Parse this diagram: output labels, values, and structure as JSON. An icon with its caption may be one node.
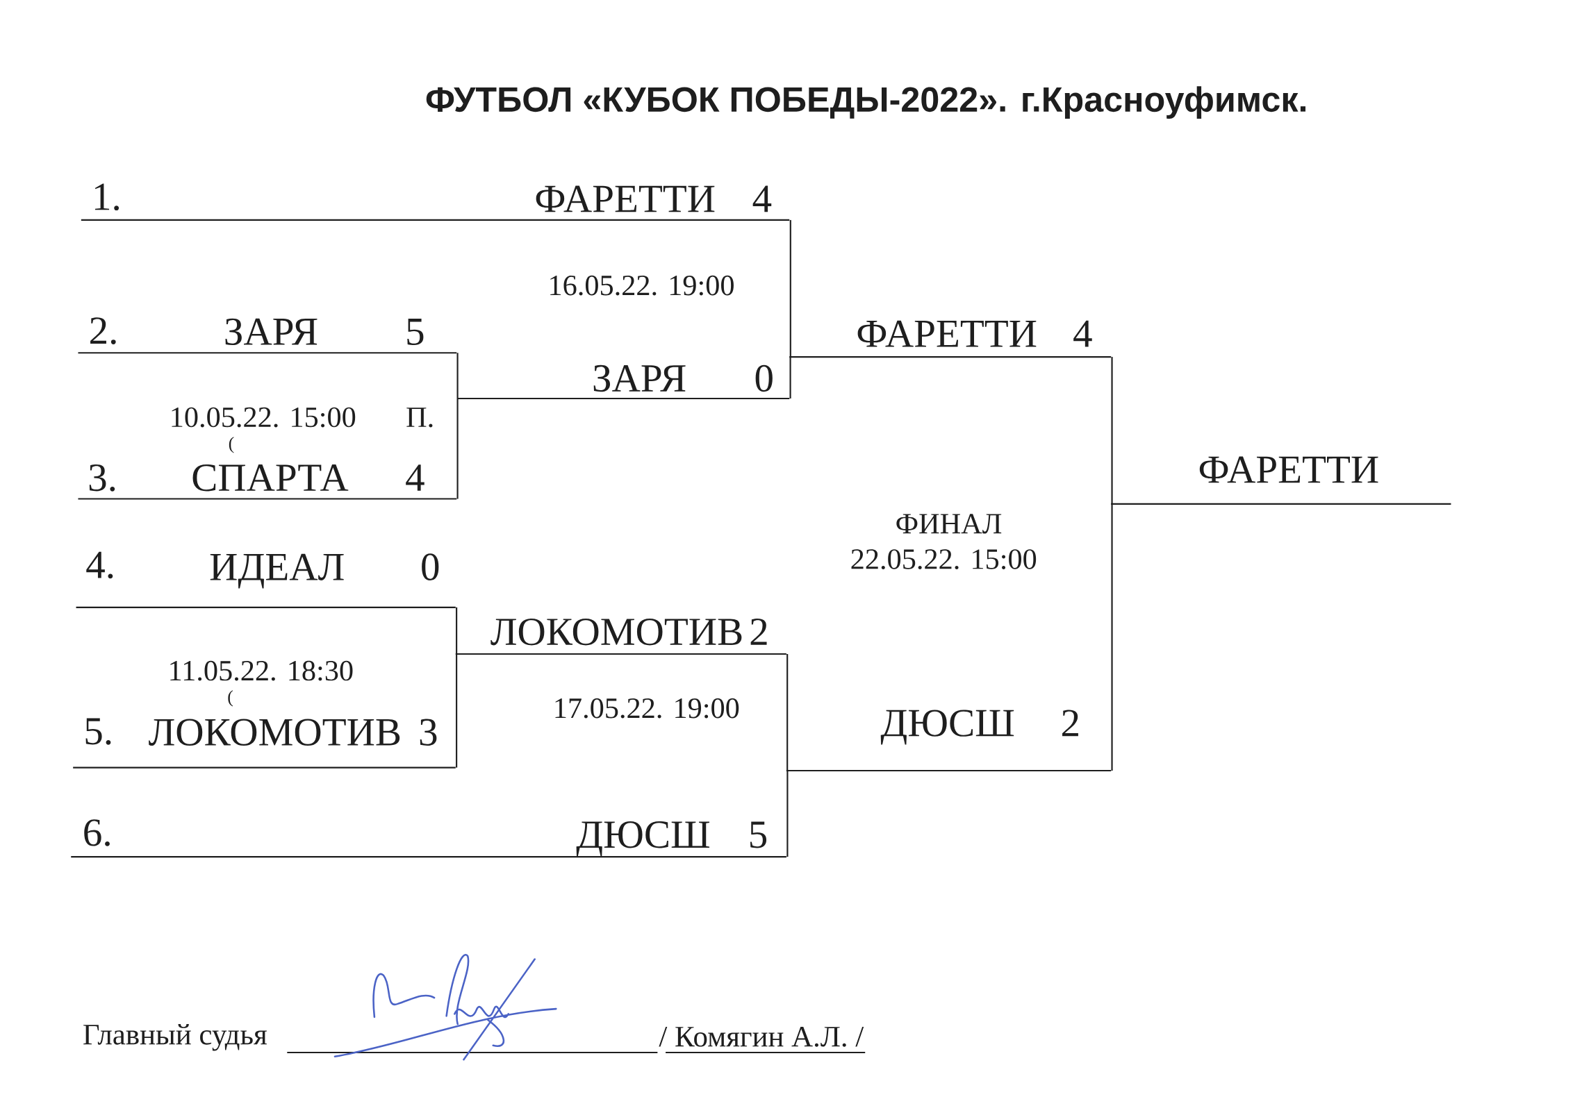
{
  "diagram": {
    "title": "ФУТБОЛ «КУБОК ПОБЕДЫ-2022». г.Красноуфимск.",
    "nodes": [
      {
        "text": [
          "1.",
          "ФАРЕТТИ",
          "4"
        ]
      },
      {
        "text": [
          "2.",
          "ЗАРЯ",
          "5"
        ]
      },
      {
        "text": [
          "ФАРЕТТИ",
          "4"
        ]
      },
      {
        "text": [
          "ЗАРЯ",
          "0"
        ]
      },
      {
        "text": [
          "3.",
          "СПАРТА",
          "4"
        ]
      },
      {
        "text": [
          "ФАРЕТТИ"
        ]
      },
      {
        "text": [
          "4.",
          "ИДЕАЛ",
          "0"
        ]
      },
      {
        "text": [
          "ЛОКОМОТИВ",
          "2"
        ]
      },
      {
        "text": [
          "5.",
          "ЛОКОМОТИВ",
          "3"
        ]
      },
      {
        "text": [
          "ДЮСШ",
          "2"
        ]
      },
      {
        "text": [
          "6.",
          "ДЮСШ",
          "5"
        ]
      }
    ],
    "edges": [
      {
        "from": 0,
        "to": 2,
        "arrow": "none"
      },
      {
        "from": 1,
        "to": 3,
        "arrow": "none"
      },
      {
        "from": 3,
        "to": 2,
        "arrow": "none"
      },
      {
        "from": 4,
        "to": 3,
        "arrow": "none"
      },
      {
        "from": 2,
        "to": 5,
        "arrow": "none"
      },
      {
        "from": 6,
        "to": 7,
        "arrow": "none"
      },
      {
        "from": 7,
        "to": 9,
        "arrow": "none"
      },
      {
        "from": 8,
        "to": 7,
        "arrow": "none"
      },
      {
        "from": 9,
        "to": 5,
        "arrow": "none"
      },
      {
        "from": 10,
        "to": 9,
        "arrow": "none"
      }
    ],
    "labels": [
      "16.05.22. 19:00",
      "10.05.22. 15:00",
      "П.",
      "(",
      "ФИНАЛ",
      "22.05.22. 15:00",
      "11.05.22. 18:30",
      "(",
      "17.05.22. 19:00",
      "Главный судья",
      "/ Комягин А.Л. /"
    ]
  }
}
